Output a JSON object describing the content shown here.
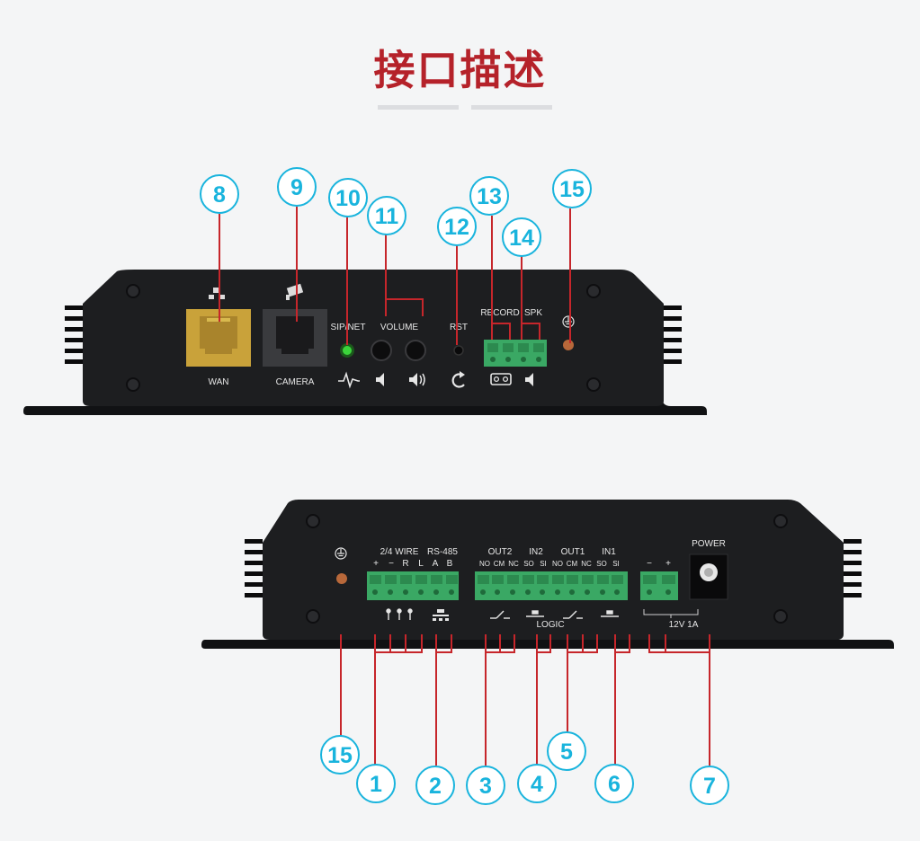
{
  "title": "接口描述",
  "colors": {
    "title": "#b5222a",
    "callout": "#19b4dd",
    "leader": "#c6262b",
    "device": "#1d1e20",
    "wan_port": "#c9a23a",
    "terminal": "#3aa864",
    "led": "#3bd43b"
  },
  "front_panel": {
    "wan_label": "WAN",
    "camera_label": "CAMERA",
    "sipnet_label": "SIP/NET",
    "volume_label": "VOLUME",
    "rst_label": "RST",
    "record_label": "RECORD",
    "spk_label": "SPK",
    "icons": [
      "network-icon",
      "camera-icon",
      "heartbeat-icon",
      "volume-down-icon",
      "volume-up-icon",
      "reset-icon",
      "tape-icon",
      "speaker-icon",
      "ground-icon"
    ]
  },
  "rear_panel": {
    "wire_label": "2/4 WIRE",
    "rs485_label": "RS-485",
    "out2_label": "OUT2",
    "in2_label": "IN2",
    "out1_label": "OUT1",
    "in1_label": "IN1",
    "power_label": "POWER",
    "logic_label": "LOGIC",
    "power_spec": "12V 1A",
    "wire_pins": [
      "+",
      "−",
      "R",
      "L"
    ],
    "rs485_pins": [
      "A",
      "B"
    ],
    "logic_pins": [
      "NO",
      "CM",
      "NC",
      "SO",
      "SI",
      "NO",
      "CM",
      "NC",
      "SO",
      "SI"
    ],
    "power_pins": [
      "−",
      "+"
    ]
  },
  "callouts_top": [
    "8",
    "9",
    "10",
    "11",
    "12",
    "13",
    "14",
    "15"
  ],
  "callouts_bottom": [
    "15",
    "1",
    "2",
    "3",
    "4",
    "5",
    "6",
    "7"
  ]
}
